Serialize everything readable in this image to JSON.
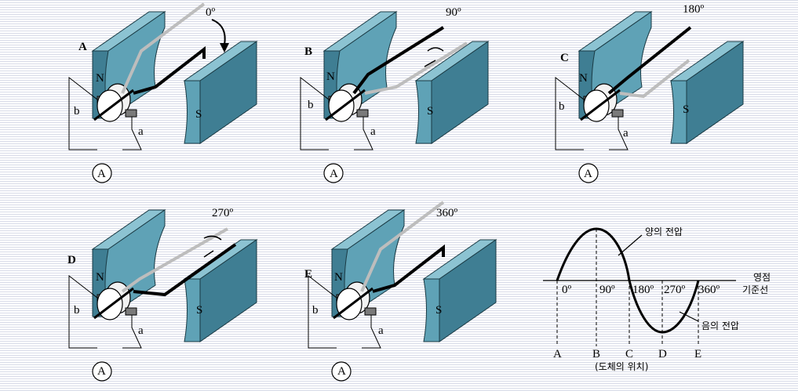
{
  "colors": {
    "magnet_face": "#5fa2b6",
    "magnet_side": "#3f7e93",
    "magnet_top": "#8cc3d2",
    "wire_dark": "#000000",
    "wire_light": "#bdbdbd"
  },
  "panels": [
    {
      "id": "A",
      "letter": "A",
      "angle": "0º",
      "north": "N",
      "south": "S",
      "brush_b": "b",
      "brush_a": "a",
      "meter": "A"
    },
    {
      "id": "B",
      "letter": "B",
      "angle": "90º",
      "north": "N",
      "south": "S",
      "brush_b": "b",
      "brush_a": "a",
      "meter": "A"
    },
    {
      "id": "C",
      "letter": "C",
      "angle": "180º",
      "north": "N",
      "south": "S",
      "brush_b": "b",
      "brush_a": "a",
      "meter": "A"
    },
    {
      "id": "D",
      "letter": "D",
      "angle": "270º",
      "north": "N",
      "south": "S",
      "brush_b": "b",
      "brush_a": "a",
      "meter": "A"
    },
    {
      "id": "E",
      "letter": "E",
      "angle": "360º",
      "north": "N",
      "south": "S",
      "brush_b": "b",
      "brush_a": "a",
      "meter": "A"
    }
  ],
  "wave": {
    "positive_label": "양의 전압",
    "negative_label": "음의 전압",
    "zero_label_line1": "영점",
    "zero_label_line2": "기준선",
    "angle_ticks": [
      "0º",
      "90º",
      "180º",
      "270º",
      "360º"
    ],
    "position_ticks": [
      "A",
      "B",
      "C",
      "D",
      "E"
    ],
    "position_caption": "(도체의 위치)"
  }
}
